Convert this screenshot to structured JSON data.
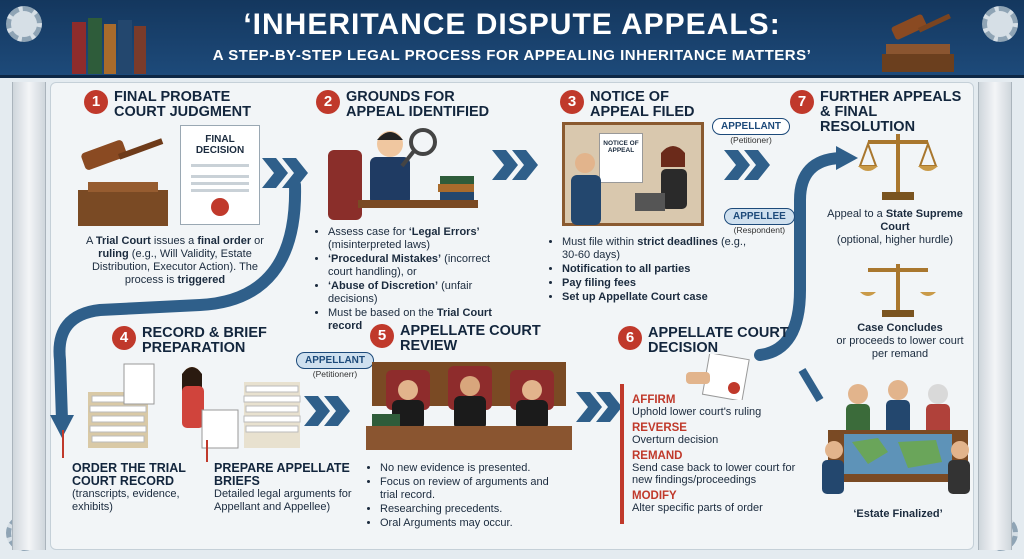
{
  "header": {
    "title": "‘INHERITANCE DISPUTE APPEALS:",
    "subtitle": "A STEP-BY-STEP LEGAL PROCESS FOR APPEALING INHERITANCE MATTERS’"
  },
  "steps": {
    "s1": {
      "num": "1",
      "title1": "FINAL PROBATE",
      "title2": "COURT JUDGMENT",
      "doc_l1": "FINAL",
      "doc_l2": "DECISION",
      "t1": "A ",
      "b1": "Trial Court",
      "t2": " issues a ",
      "b2": "final order",
      "t3": " or ",
      "b3": "ruling",
      "t4": " (e.g., Will Validity, Estate Distribution, Executor Action). The process is ",
      "b4": "triggered"
    },
    "s2": {
      "num": "2",
      "title1": "GROUNDS FOR",
      "title2": "APPEAL IDENTIFIED",
      "i1a": "Assess case for ",
      "i1b": "‘Legal Errors’",
      "i1c": " (misinterpreted laws)",
      "i2b": "‘Procedural Mistakes’",
      "i2c": " (incorrect court handling), or",
      "i3b": "‘Abuse of Discretion’",
      "i3c": " (unfair decisions)",
      "i4a": "Must be based on the ",
      "i4b": "Trial Court record"
    },
    "s3": {
      "num": "3",
      "title1": "NOTICE OF",
      "title2": "APPEAL FILED",
      "paper_l1": "NOTICE OF",
      "paper_l2": "APPEAL",
      "appellant": "APPELLANT",
      "appellant_role": "(Petitioner)",
      "appellee": "APPELLEE",
      "appellee_role": "(Respondent)",
      "i1a": "Must file within ",
      "i1b": "strict deadlines",
      "i1c": " (e.g., 30-60 days)",
      "i2": "Notification to all parties",
      "i3": "Pay filing fees",
      "i4": "Set up Appellate Court case"
    },
    "s4": {
      "num": "4",
      "title1": "RECORD & BRIEF",
      "title2": "PREPARATION",
      "l_title1": "ORDER THE TRIAL",
      "l_title2": "COURT RECORD",
      "l_desc": "(transcripts, evidence, exhibits)",
      "r_title": "PREPARE APPELLATE BRIEFS",
      "r_desc": "Detailed legal arguments for Appellant and Appellee)",
      "appellant": "APPELLANT",
      "appellant_role": "(Petitionerr)"
    },
    "s5": {
      "num": "5",
      "title1": "APPELLATE COURT",
      "title2": "REVIEW",
      "i1": "No new evidence is presented.",
      "i2": "Focus on review of arguments and trial record.",
      "i3": "Researching precedents.",
      "i4": "Oral Arguments may occur."
    },
    "s6": {
      "num": "6",
      "title1": "APPELLATE COURT",
      "title2": "DECISION",
      "affirm": "AFFIRM",
      "affirm_d": "Uphold lower court's ruling",
      "reverse": "REVERSE",
      "reverse_d": "Overturn decision",
      "remand": "REMAND",
      "remand_d": "Send case back to lower court for new findings/proceedings",
      "modify": "MODIFY",
      "modify_d": "Alter specific parts of order"
    },
    "s7": {
      "num": "7",
      "title1": "FURTHER APPEALS",
      "title2": "& FINAL RESOLUTION",
      "a1": "Appeal to a ",
      "a1b": "State Supreme Court",
      "a1c": "(optional, higher hurdle)",
      "c1b": "Case Concludes",
      "c1c": "or proceeds to lower court per remand",
      "final": "‘Estate Finalized’"
    }
  },
  "colors": {
    "accent": "#c0392b",
    "navy": "#1d4a7a",
    "arrow": "#2f5f8a"
  }
}
